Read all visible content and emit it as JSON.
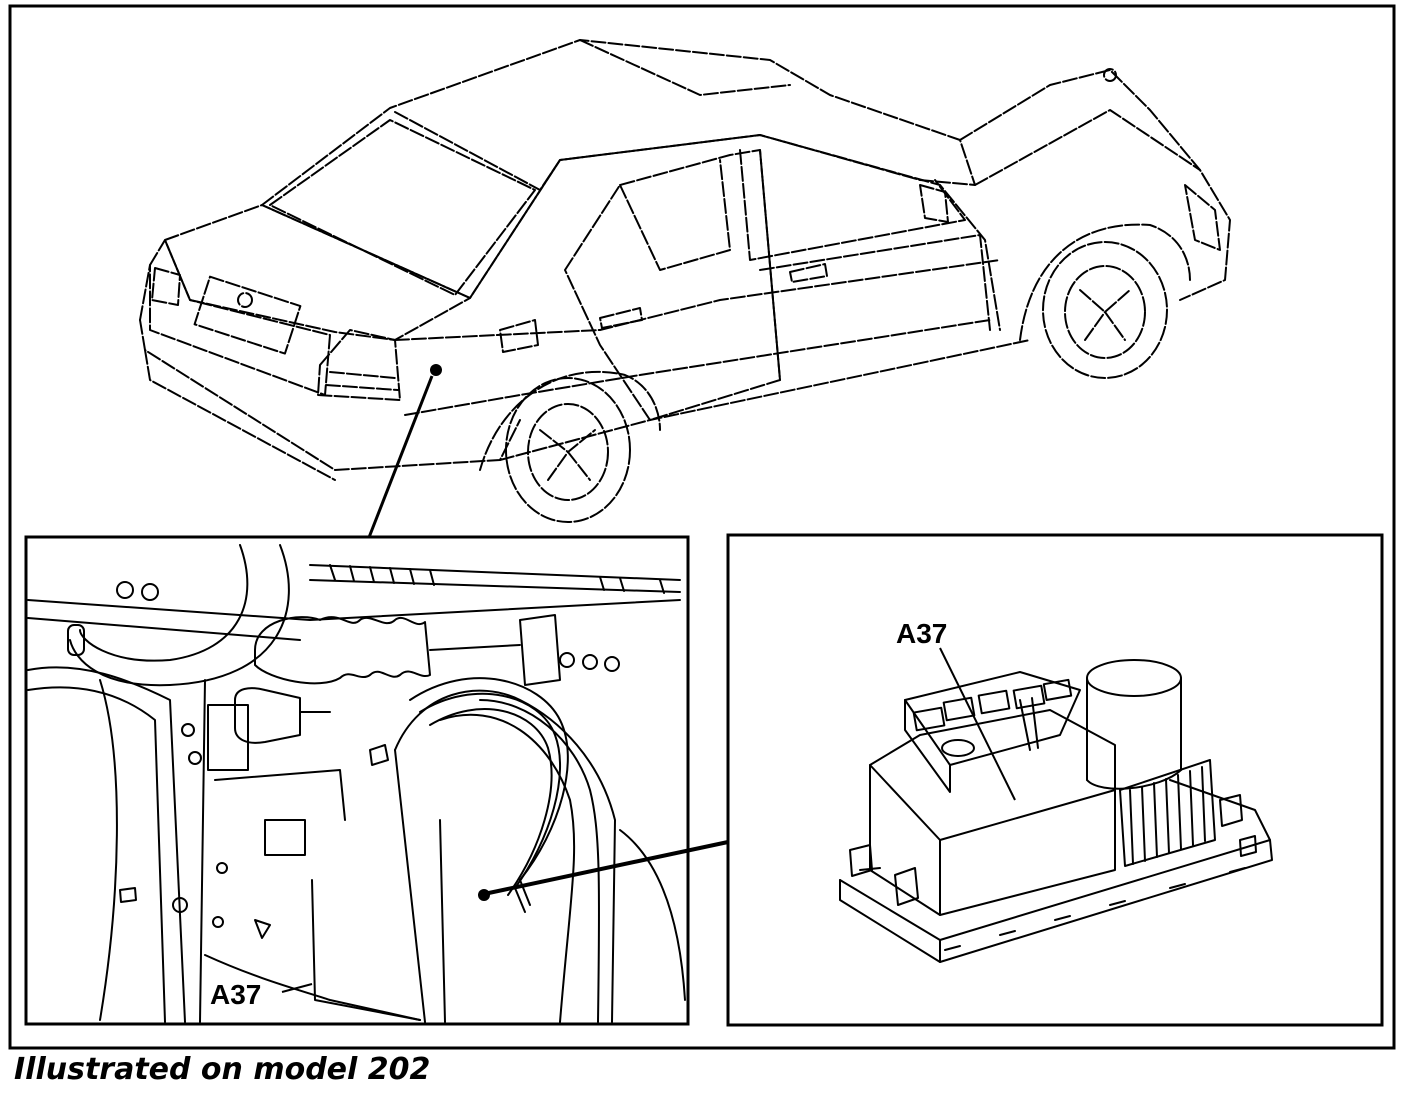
{
  "caption": "Illustrated on model 202",
  "callouts": {
    "detail_left_label": "A37",
    "detail_right_label": "A37"
  },
  "colors": {
    "line": "#000000",
    "background": "#ffffff"
  }
}
